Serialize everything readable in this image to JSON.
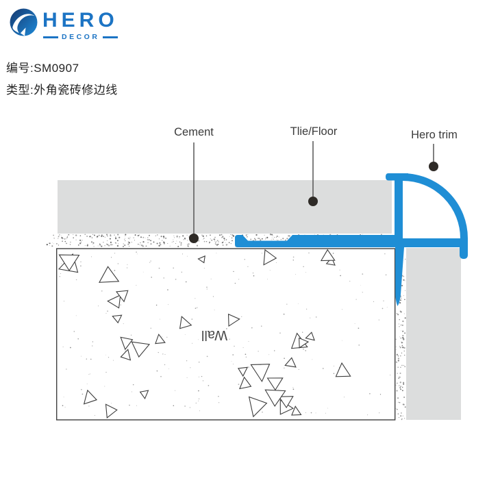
{
  "header": {
    "logo": {
      "name": "HERO",
      "subname": "DECOR"
    },
    "product_code": "编号:SM0907",
    "product_type": "类型:外角瓷砖修边线"
  },
  "diagram": {
    "labels": {
      "cement": "Cement",
      "tile_floor": "Tlie/Floor",
      "hero_trim": "Hero trim",
      "wall": "Wall"
    },
    "colors": {
      "trim": "#1f8ed5",
      "tile": "#dcdddd",
      "logo_blue": "#1c74c4",
      "logo_gradient_dark": "#16386e",
      "logo_gradient_light": "#1d86d4",
      "leader_dot": "#2e2a26",
      "label_text": "#3a3a3a"
    }
  }
}
